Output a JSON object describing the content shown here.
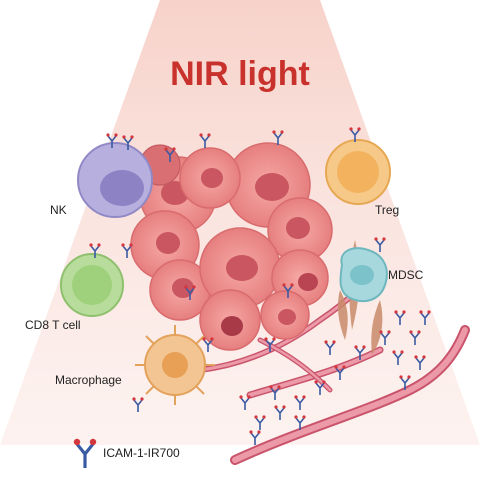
{
  "title": "NIR light",
  "labels": {
    "nk": "NK",
    "treg": "Treg",
    "mdsc": "MDSC",
    "cd8": "CD8 T cell",
    "macrophage": "Macrophage"
  },
  "legend": {
    "agent": "ICAM-1-IR700",
    "icon": "antibody-conjugate-icon"
  },
  "colors": {
    "title": "#c8312c",
    "light_beam": "#f7d6cf",
    "tumor": "#e98787",
    "vessel": "#c9546b",
    "nk_cell": "#b7b0de",
    "treg_cell": "#f6c989",
    "mdsc_cell": "#a6d8dd",
    "cd8_cell": "#b8dc9b",
    "macrophage_cell": "#f3c592",
    "antibody": "#3a5aa3",
    "dye": "#d3363d"
  }
}
